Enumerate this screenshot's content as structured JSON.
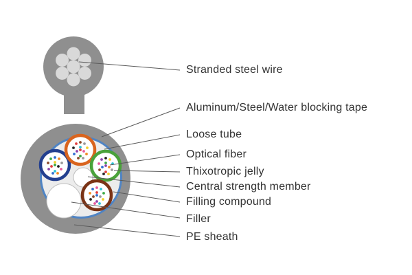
{
  "labels": {
    "stranded_steel_wire": "Stranded steel wire",
    "blocking_tape": "Aluminum/Steel/Water blocking tape",
    "loose_tube": "Loose tube",
    "optical_fiber": "Optical fiber",
    "thixotropic_jelly": "Thixotropic jelly",
    "central_strength_member": "Central strength member",
    "filling_compound": "Filling compound",
    "filler": "Filler",
    "pe_sheath": "PE sheath"
  },
  "colors": {
    "sheath": "#8f8f8f",
    "inner_core": "#ececec",
    "steel_wire": "#d9d9d9",
    "blocking_tape": "#4f84c4",
    "tube_blue": "#233f8f",
    "tube_orange": "#d9641e",
    "tube_green": "#4aa23a",
    "tube_brown": "#7a3316",
    "fiber_colors": [
      "#2f6fd1",
      "#f08a24",
      "#3aa845",
      "#8b4a2b",
      "#9a9a9a",
      "#e23d3d",
      "#222222",
      "#f2d02b",
      "#8e44ad",
      "#e75a9c",
      "#2ec4d6"
    ]
  }
}
